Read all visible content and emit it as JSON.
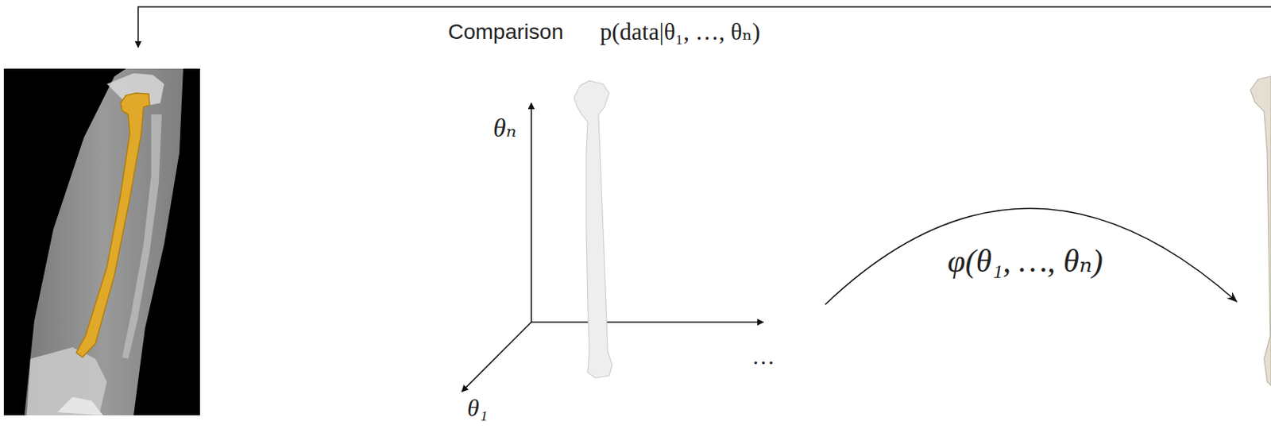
{
  "diagram": {
    "labels": [
      "Comparison",
      "p(data|θ₁, …, θₙ)",
      "θₙ",
      "θ₁",
      "…",
      "φ(θ₁, …, θₙ)"
    ]
  }
}
